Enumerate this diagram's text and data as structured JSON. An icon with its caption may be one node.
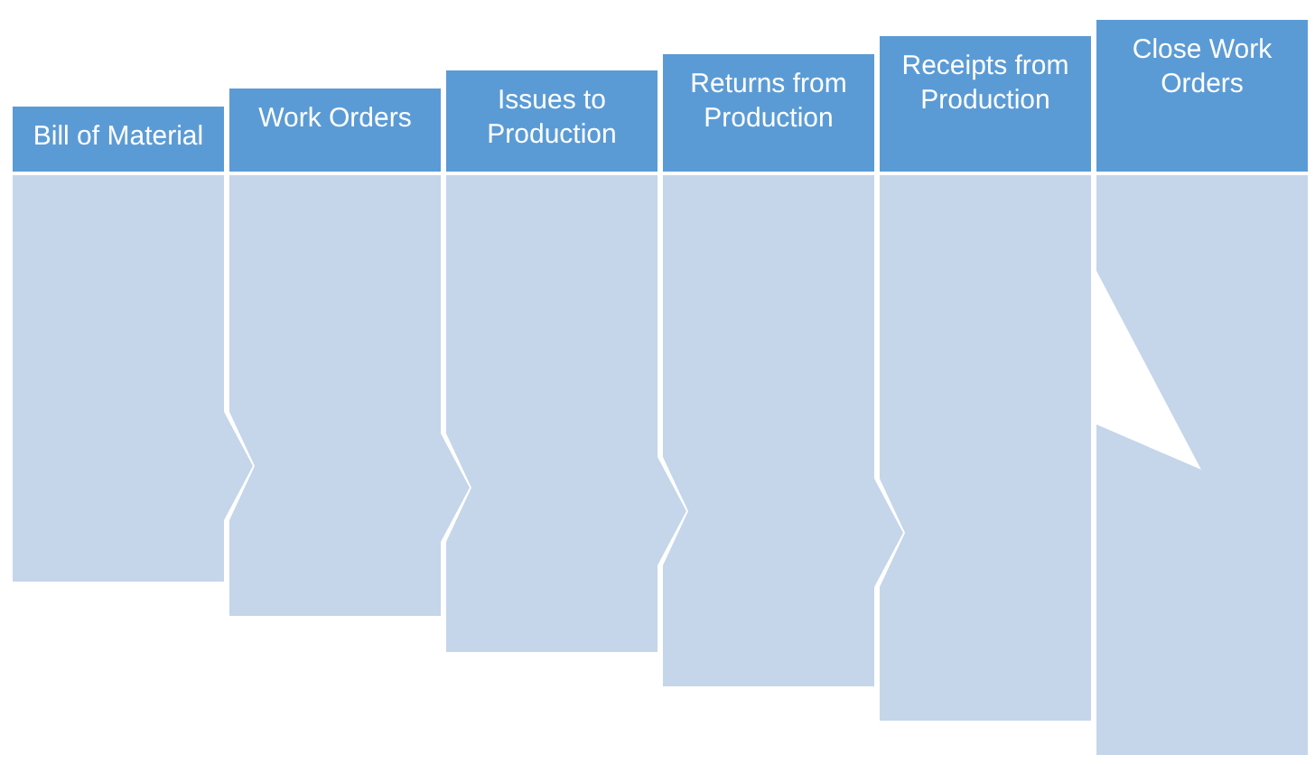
{
  "diagram": {
    "nodes": [
      {
        "text": [
          "Bill of Material"
        ]
      },
      {
        "text": [
          "Work Orders"
        ]
      },
      {
        "text": [
          "Issues to Production"
        ]
      },
      {
        "text": [
          "Returns from Production"
        ]
      },
      {
        "text": [
          "Receipts from Production"
        ]
      },
      {
        "text": [
          "Close Work Orders"
        ]
      }
    ]
  }
}
